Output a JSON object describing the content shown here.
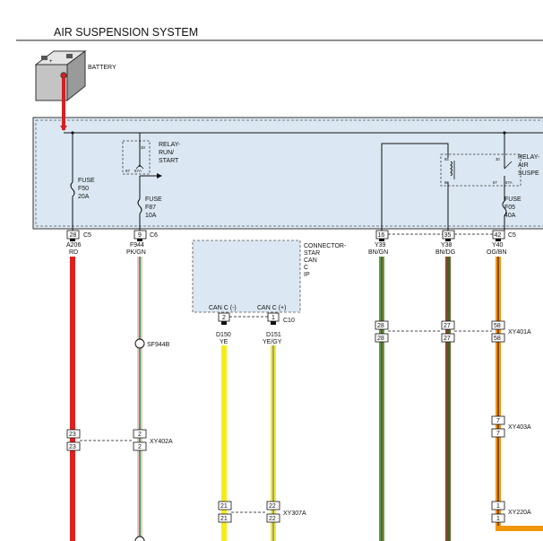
{
  "title": "AIR SUSPENSION SYSTEM",
  "battery": {
    "label": "BATTERY"
  },
  "relay_run_start": {
    "line1": "RELAY-",
    "line2": "RUN/",
    "line3": "START",
    "pin_a": "30",
    "pin_b": "87",
    "pin_c": "87A"
  },
  "relay_air": {
    "line1": "RELAY-",
    "line2": "AIR",
    "line3": "SUSPE",
    "pin_85": "85",
    "pin_86": "86",
    "pin_30": "30",
    "pin_87": "87",
    "pin_87a": "87A"
  },
  "fuses": [
    {
      "l1": "FUSE",
      "l2": "F50",
      "l3": "20A"
    },
    {
      "l1": "FUSE",
      "l2": "F87",
      "l3": "10A"
    },
    {
      "l1": "FUSE",
      "l2": "F05",
      "l3": "40A"
    }
  ],
  "connector_block": {
    "l1": "CONNECTOR-",
    "l2": "STAR",
    "l3": "CAN",
    "l4": "C",
    "l5": "IP",
    "can_minus": "CAN C (-)",
    "can_plus": "CAN C (+)"
  },
  "pins": {
    "c5_a": "28",
    "c5_a_conn": "C5",
    "c6": "9",
    "c6_conn": "C6",
    "c10_a": "2",
    "c10_b": "1",
    "c10_conn": "C10",
    "c5_b1": "16",
    "c5_b2": "35",
    "c5_b3": "42",
    "c5_b_conn": "C5"
  },
  "wires": [
    {
      "id": "A206",
      "color": "RD"
    },
    {
      "id": "F944",
      "color": "PK/GN"
    },
    {
      "id": "D150",
      "color": "YE"
    },
    {
      "id": "D151",
      "color": "YE/GY"
    },
    {
      "id": "Y39",
      "color": "BN/GN"
    },
    {
      "id": "Y38",
      "color": "BN/DG"
    },
    {
      "id": "Y40",
      "color": "OG/BN"
    }
  ],
  "splice": {
    "sf944b": "SF944B"
  },
  "xy401a": {
    "p1": "28",
    "p2": "27",
    "p3": "58",
    "label": "XY401A"
  },
  "xy402a": {
    "p1": "23",
    "p2": "2",
    "label": "XY402A"
  },
  "xy403a": {
    "p1": "7",
    "label": "XY403A"
  },
  "xy307a": {
    "p1": "21",
    "p2": "22",
    "label": "XY307A"
  },
  "xy220a": {
    "p1": "1",
    "label": "XY220A"
  },
  "colors": {
    "module_fill": "#dbe8f3",
    "red": "#e0201f",
    "yellow": "#f4ec1a",
    "green": "#4aa54a",
    "brown": "#8a4a2a",
    "orange": "#f0960a"
  }
}
